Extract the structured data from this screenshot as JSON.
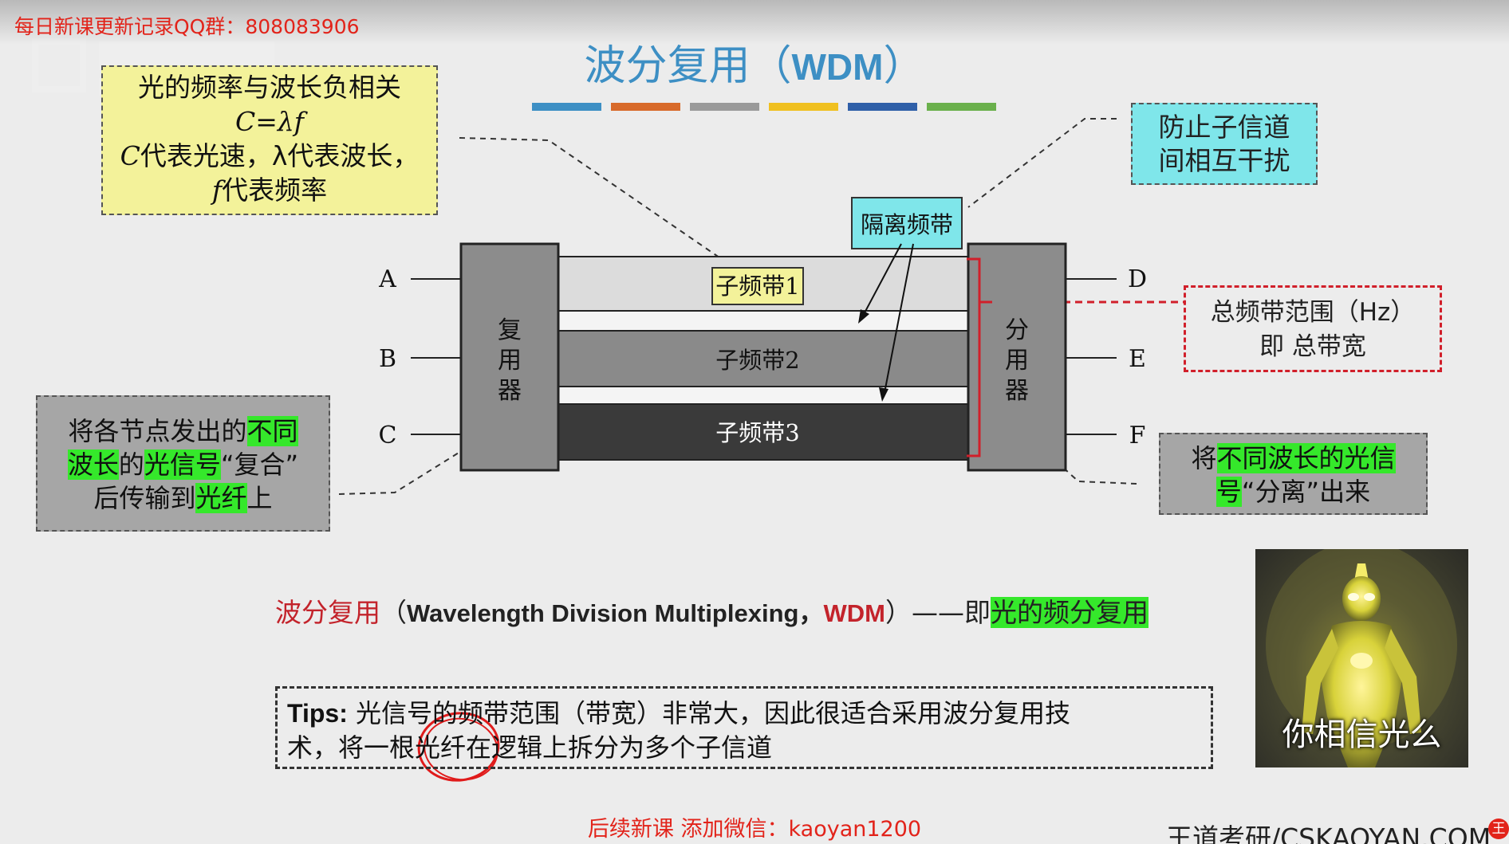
{
  "header": {
    "watermark": "每日新课更新记录QQ群：808083906"
  },
  "slide": {
    "title_zh": "波分复用（",
    "title_en": "WDM",
    "title_end": "）",
    "title_color": "#3d8fc4",
    "color_bar": [
      "#3d8fc4",
      "#d86a2a",
      "#9a9a9a",
      "#f0c020",
      "#2f5fa8",
      "#6ab04c"
    ]
  },
  "notes": {
    "frequency": {
      "line1": "光的频率与波长负相关",
      "formula": "C=λf",
      "line3_a": "C",
      "line3_b": "代表光速，λ代表波长，",
      "line4_a": "f",
      "line4_b": "代表频率"
    },
    "guard": {
      "line1": "防止子信道",
      "line2": "间相互干扰"
    },
    "bandwidth": {
      "line1": "总频带范围（Hz）",
      "line2": "即 总带宽"
    },
    "mux": {
      "p1": "将各节点发出的",
      "p2": "不同",
      "p3": "波长",
      "p4": "的",
      "p5": "光信号",
      "p6": "“复合”",
      "p7": "后传输到",
      "p8": "光纤",
      "p9": "上"
    },
    "demux": {
      "p1": "将",
      "p2": "不同波长的光信",
      "p3": "号",
      "p4": "“分离”出来"
    }
  },
  "diagram": {
    "mux_label": [
      "复",
      "用",
      "器"
    ],
    "demux_label": [
      "分",
      "用",
      "器"
    ],
    "inputs": [
      "A",
      "B",
      "C"
    ],
    "outputs": [
      "D",
      "E",
      "F"
    ],
    "bands": [
      "子频带1",
      "子频带2",
      "子频带3"
    ],
    "guard_band_label": "隔离频带",
    "colors": {
      "band1": "#dcdcdc",
      "band2": "#8a8a8a",
      "band3": "#3a3a3a",
      "device": "#8c8c8c",
      "bracket": "#d11f2a",
      "guard_box": "#7fe6ea",
      "band1_label_bg": "#f3f29a"
    }
  },
  "definition": {
    "term": "波分复用",
    "open": "（",
    "english": "Wavelength Division Multiplexing，",
    "abbr": "WDM",
    "close": "）——即",
    "meaning": "光的频分复用"
  },
  "tips": {
    "label": "Tips:",
    "line1": "光信号的频带范围（带宽）非常大，因此很适合采用波分复用技",
    "line2": "术，将一根光纤在逻辑上拆分为多个子信道"
  },
  "meme": {
    "caption": "你相信光么"
  },
  "footer": {
    "wechat": "后续新课 添加微信：kaoyan1200",
    "brand": "王道考研/CSKAOYAN.COM",
    "brand_icon": "王"
  }
}
